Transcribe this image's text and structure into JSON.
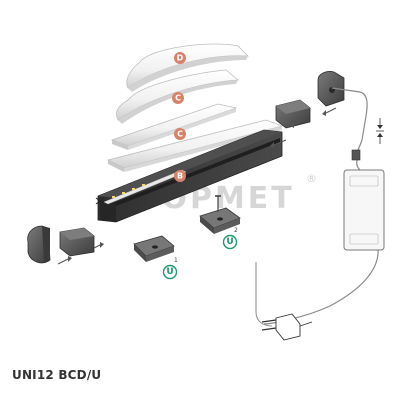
{
  "diagram": {
    "product_name": "UNI12 BCD/U",
    "watermark": "TOPMET",
    "watermark_mark": "®",
    "covers": [
      {
        "letter": "D"
      },
      {
        "letter": "C"
      },
      {
        "letter": "C"
      },
      {
        "letter": "B"
      }
    ],
    "mounting": [
      {
        "letter": "U",
        "superscript": "1"
      },
      {
        "letter": "U",
        "superscript": "2"
      }
    ],
    "colors": {
      "badge": "#d9826a",
      "mount_badge": "#1e9a6e",
      "profile": "#3a3a3a",
      "cap": "#5a5a5a",
      "diffuser": "#f4f4f4",
      "cable": "#8a8a8a"
    }
  }
}
